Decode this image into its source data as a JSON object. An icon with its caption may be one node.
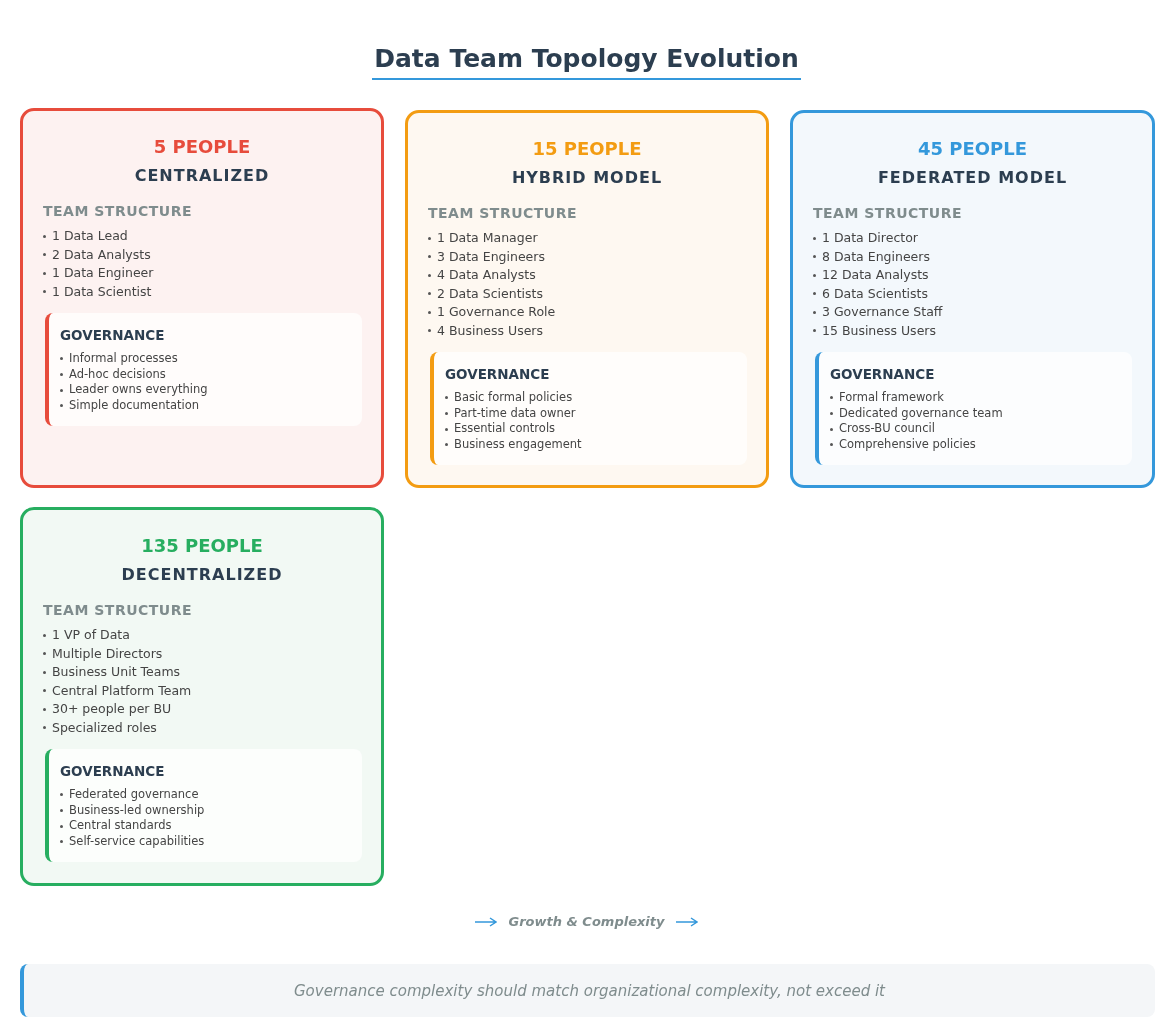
{
  "diagram": {
    "title": "Data Team Topology Evolution",
    "nodes": [
      {
        "text": [
          "5 PEOPLE",
          "CENTRALIZED",
          "TEAM STRUCTURE",
          "1 Data Lead",
          "2 Data Analysts",
          "1 Data Engineer",
          "1 Data Scientist"
        ]
      },
      {
        "text": [
          "GOVERNANCE",
          "Informal processes",
          "Ad-hoc decisions",
          "Leader owns everything",
          "Simple documentation"
        ],
        "in": 0
      },
      {
        "text": [
          "15 PEOPLE",
          "HYBRID MODEL",
          "TEAM STRUCTURE",
          "1 Data Manager",
          "3 Data Engineers",
          "4 Data Analysts",
          "2 Data Scientists",
          "1 Governance Role",
          "4 Business Users"
        ]
      },
      {
        "text": [
          "GOVERNANCE",
          "Basic formal policies",
          "Part-time data owner",
          "Essential controls",
          "Business engagement"
        ],
        "in": 2
      },
      {
        "text": [
          "45 PEOPLE",
          "FEDERATED MODEL",
          "TEAM STRUCTURE",
          "1 Data Director",
          "8 Data Engineers",
          "12 Data Analysts",
          "6 Data Scientists",
          "3 Governance Staff",
          "15 Business Users"
        ]
      },
      {
        "text": [
          "GOVERNANCE",
          "Formal framework",
          "Dedicated governance team",
          "Cross-BU council",
          "Comprehensive policies"
        ],
        "in": 4
      },
      {
        "text": [
          "135 PEOPLE",
          "DECENTRALIZED",
          "TEAM STRUCTURE",
          "1 VP of Data",
          "Multiple Directors",
          "Business Unit Teams",
          "Central Platform Team",
          "30+ people per BU",
          "Specialized roles"
        ]
      },
      {
        "text": [
          "GOVERNANCE",
          "Federated governance",
          "Business-led ownership",
          "Central standards",
          "Self-service capabilities"
        ],
        "in": 6
      },
      {
        "text": [
          "Governance complexity should match organizational complexity, not exceed it"
        ]
      }
    ],
    "labels": [
      "Growth & Complexity"
    ]
  }
}
